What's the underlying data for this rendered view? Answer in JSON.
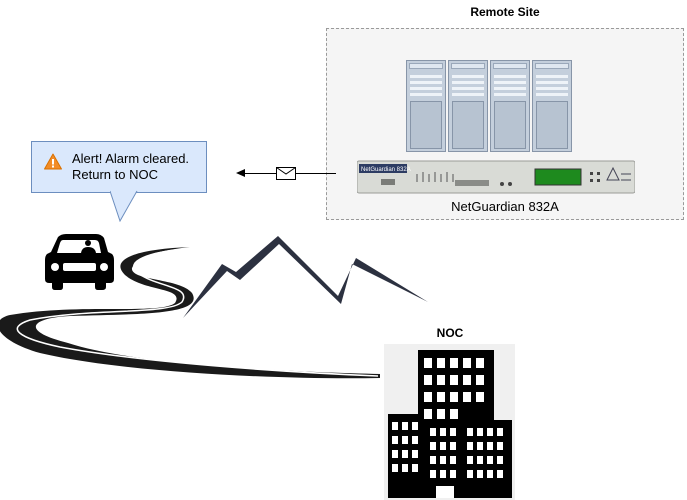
{
  "remote_site": {
    "title": "Remote Site"
  },
  "device": {
    "label": "NetGuardian 832A",
    "faceplate_text": "NetGuardian 832A",
    "display_color": "#1e8a1e"
  },
  "alert": {
    "line1": "Alert! Alarm cleared.",
    "line2": "Return to NOC",
    "bg_color": "#dae8fc",
    "border_color": "#6c8ebf",
    "icon": "warning-icon"
  },
  "noc": {
    "title": "NOC"
  },
  "icons": {
    "car": "car-icon",
    "road": "road",
    "mountains": "mountains",
    "envelope": "envelope-icon",
    "building": "office-building-icon"
  }
}
